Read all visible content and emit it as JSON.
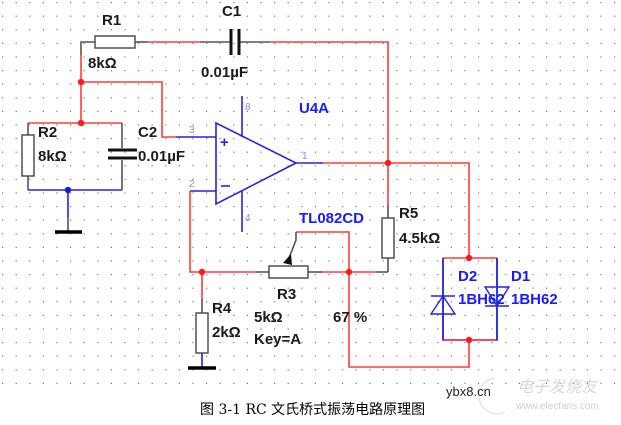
{
  "schematic": {
    "components": {
      "R1": {
        "ref": "R1",
        "value": "8kΩ"
      },
      "R2": {
        "ref": "R2",
        "value": "8kΩ"
      },
      "C1": {
        "ref": "C1",
        "value": "0.01µF"
      },
      "C2": {
        "ref": "C2",
        "value": "0.01µF"
      },
      "R3": {
        "ref": "R3",
        "value": "5kΩ",
        "key": "Key=A",
        "setting": "67 %"
      },
      "R4": {
        "ref": "R4",
        "value": "2kΩ"
      },
      "R5": {
        "ref": "R5",
        "value": "4.5kΩ"
      },
      "U4A": {
        "ref": "U4A",
        "part": "TL082CD",
        "pins": {
          "p1": "1",
          "p2": "2",
          "p3": "3",
          "p4": "4",
          "p8": "8"
        }
      },
      "D1": {
        "ref": "D1",
        "part": "1BH62"
      },
      "D2": {
        "ref": "D2",
        "part": "1BH62"
      }
    },
    "colors": {
      "wire_red": "#ff3b3b",
      "wire_blue": "#2222ee",
      "label_blue": "#1a1aff"
    }
  },
  "caption": "图 3-1 RC 文氏桥式振荡电路原理图",
  "watermark": {
    "site": "ybx8.cn",
    "brand": "电子发烧友",
    "url": "www.elecfans.com"
  }
}
